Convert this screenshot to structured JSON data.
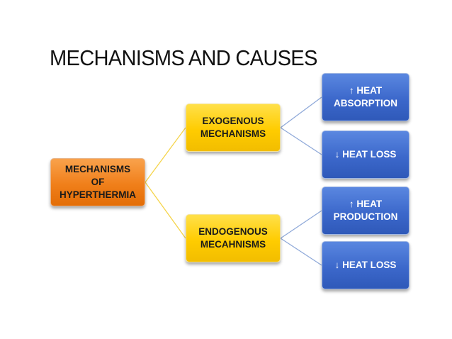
{
  "slide": {
    "title": "MECHANISMS AND CAUSES"
  },
  "diagram": {
    "root": {
      "label": "MECHANISMS\nOF\nHYPERTHERMIA",
      "color": "#f07f1a"
    },
    "branches": [
      {
        "label": "EXOGENOUS\nMECHANISMS",
        "color": "#ffcc00",
        "children": [
          {
            "label": "↑ HEAT\nABSORPTION",
            "color": "#3c68cb"
          },
          {
            "label": "↓ HEAT LOSS",
            "color": "#3c68cb"
          }
        ]
      },
      {
        "label": "ENDOGENOUS\nMECAHNISMS",
        "color": "#ffcc00",
        "children": [
          {
            "label": "↑ HEAT\nPRODUCTION",
            "color": "#3c68cb"
          },
          {
            "label": "↓ HEAT LOSS",
            "color": "#3c68cb"
          }
        ]
      }
    ],
    "connector_colors": {
      "root_to_branch": "#f5d44a",
      "branch_to_leaf": "#8fa9d9"
    }
  }
}
